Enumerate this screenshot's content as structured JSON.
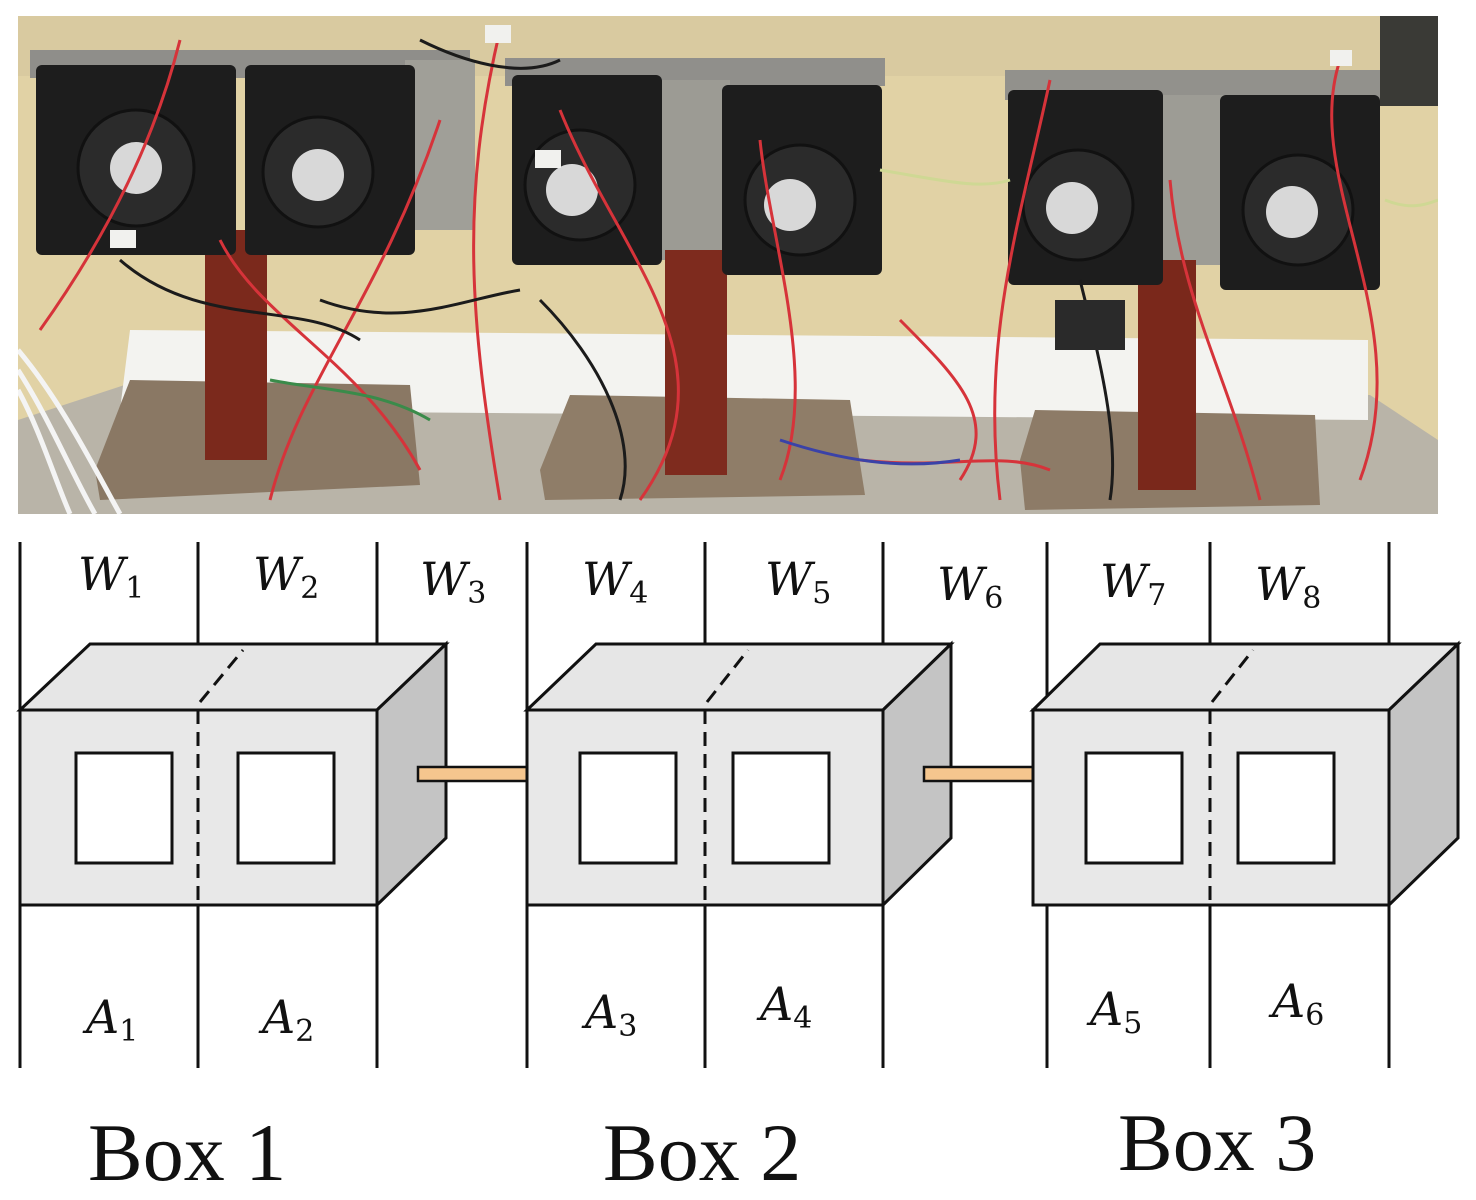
{
  "photo": {
    "description_icon": "experimental-setup-photo",
    "colors": {
      "wall": "#e2d3a6",
      "heatsink": "#1f1f1f",
      "plate": "#8d8b85",
      "pole": "#7e2a1d",
      "wire_red": "#d9343a",
      "wire_black": "#1b1b1b",
      "table": "#b5b0a3",
      "tray": "#f5f5f2"
    }
  },
  "walls": [
    {
      "letter": "W",
      "sub": "1"
    },
    {
      "letter": "W",
      "sub": "2"
    },
    {
      "letter": "W",
      "sub": "3"
    },
    {
      "letter": "W",
      "sub": "4"
    },
    {
      "letter": "W",
      "sub": "5"
    },
    {
      "letter": "W",
      "sub": "6"
    },
    {
      "letter": "W",
      "sub": "7"
    },
    {
      "letter": "W",
      "sub": "8"
    }
  ],
  "areas": [
    {
      "letter": "A",
      "sub": "1"
    },
    {
      "letter": "A",
      "sub": "2"
    },
    {
      "letter": "A",
      "sub": "3"
    },
    {
      "letter": "A",
      "sub": "4"
    },
    {
      "letter": "A",
      "sub": "5"
    },
    {
      "letter": "A",
      "sub": "6"
    }
  ],
  "boxes": [
    {
      "label": "Box 1"
    },
    {
      "label": "Box 2"
    },
    {
      "label": "Box 3"
    }
  ],
  "colors": {
    "box_front": "#e8e8e8",
    "box_top": "#e6e6e6",
    "box_side": "#c4c4c4",
    "connector": "#f5c68e",
    "line": "#111111"
  }
}
